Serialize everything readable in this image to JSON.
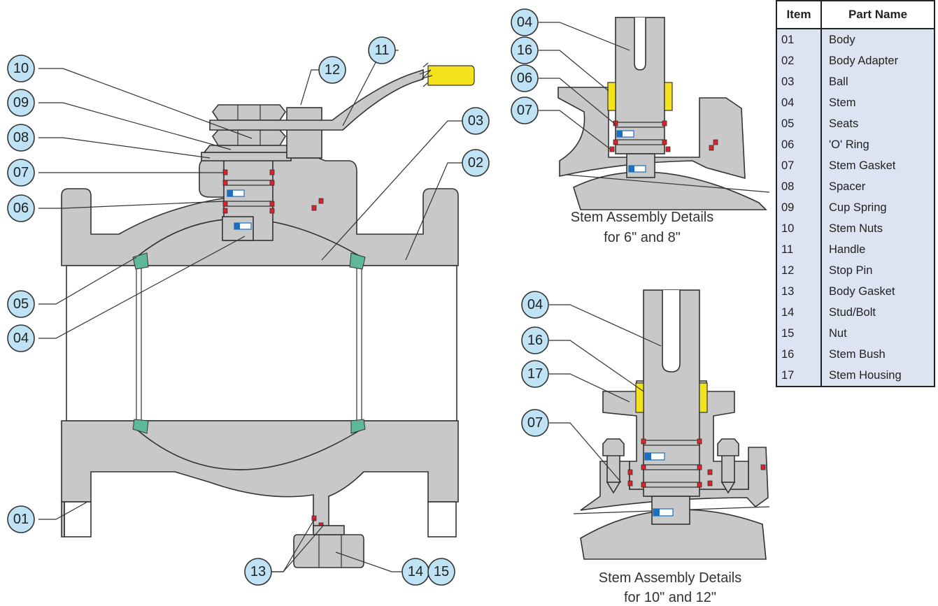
{
  "table": {
    "header_item": "Item",
    "header_name": "Part Name",
    "rows": [
      {
        "item": "01",
        "name": "Body"
      },
      {
        "item": "02",
        "name": "Body Adapter"
      },
      {
        "item": "03",
        "name": "Ball"
      },
      {
        "item": "04",
        "name": "Stem"
      },
      {
        "item": "05",
        "name": "Seats"
      },
      {
        "item": "06",
        "name": "'O' Ring"
      },
      {
        "item": "07",
        "name": "Stem Gasket"
      },
      {
        "item": "08",
        "name": "Spacer"
      },
      {
        "item": "09",
        "name": "Cup Spring"
      },
      {
        "item": "10",
        "name": "Stem Nuts"
      },
      {
        "item": "11",
        "name": "Handle"
      },
      {
        "item": "12",
        "name": "Stop Pin"
      },
      {
        "item": "13",
        "name": "Body Gasket"
      },
      {
        "item": "14",
        "name": "Stud/Bolt"
      },
      {
        "item": "15",
        "name": "Nut"
      },
      {
        "item": "16",
        "name": "Stem Bush"
      },
      {
        "item": "17",
        "name": "Stem Housing"
      }
    ]
  },
  "captions": {
    "detail_a_line1": "Stem Assembly Details",
    "detail_a_line2": "for 6\" and 8\"",
    "detail_b_line1": "Stem Assembly Details",
    "detail_b_line2": "for 10\" and 12\""
  },
  "callouts": {
    "c01": "01",
    "c02": "02",
    "c03": "03",
    "c04": "04",
    "c05": "05",
    "c06": "06",
    "c07": "07",
    "c08": "08",
    "c09": "09",
    "c10": "10",
    "c11": "11",
    "c12": "12",
    "c13": "13",
    "c14": "14",
    "c15": "15",
    "a04": "04",
    "a16": "16",
    "a06": "06",
    "a07": "07",
    "b04": "04",
    "b16": "16",
    "b17": "17",
    "b07": "07"
  },
  "colors": {
    "metal": "#c8c8c8",
    "outline": "#333333",
    "bubble": "#bfe3f5",
    "seat": "#5fb89a",
    "gasket": "#e0202a",
    "bush": "#f4e21c",
    "handle_grip": "#f4e21c",
    "ball_detail": "#1a6fc0",
    "table_bg": "#dde3f1"
  }
}
